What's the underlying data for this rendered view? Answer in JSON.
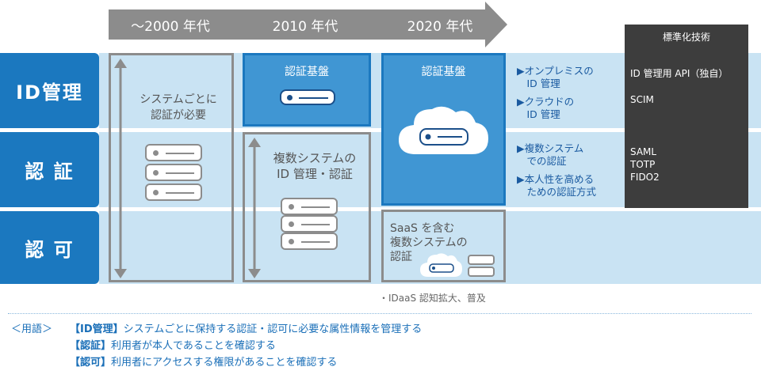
{
  "eras": [
    "〜2000 年代",
    "2010 年代",
    "2020 年代"
  ],
  "rows": [
    "ID管理",
    "認 証",
    "認 可"
  ],
  "col2000": {
    "text": [
      "システムごとに",
      "認証が必要"
    ]
  },
  "col2010": {
    "top_title": "認証基盤",
    "mid_text": [
      "複数システムの",
      "ID 管理・認証"
    ]
  },
  "col2020": {
    "top_title": "認証基盤",
    "bottom_text": [
      "SaaS を含む",
      "複数システムの",
      "認証"
    ]
  },
  "idaas_note": "・IDaaS 認知拡大、普及",
  "features": {
    "id_mgmt": [
      "▶オンプレミスの",
      "　ID 管理",
      "▶クラウドの",
      "　ID 管理"
    ],
    "auth": [
      "▶複数システム",
      "　での認証",
      "▶本人性を高める",
      "　ための認証方式"
    ]
  },
  "standards": {
    "header": "標準化技術",
    "id_mgmt": [
      "ID 管理用 API（独自）",
      "SCIM"
    ],
    "auth": [
      "SAML",
      "TOTP",
      "FIDO2"
    ]
  },
  "glossary": {
    "label": "＜用語＞",
    "lines": [
      {
        "term": "【ID管理】",
        "desc": "システムごとに保持する認証・認可に必要な属性情報を管理する"
      },
      {
        "term": "【認証】",
        "desc": "利用者が本人であることを確認する"
      },
      {
        "term": "【認可】",
        "desc": "利用者にアクセスする権限があることを確認する"
      }
    ]
  },
  "colors": {
    "blue": "#1b78bf",
    "light_blue": "#c9e3f3",
    "gray": "#8c8c8c",
    "dark": "#3d3d3d"
  }
}
